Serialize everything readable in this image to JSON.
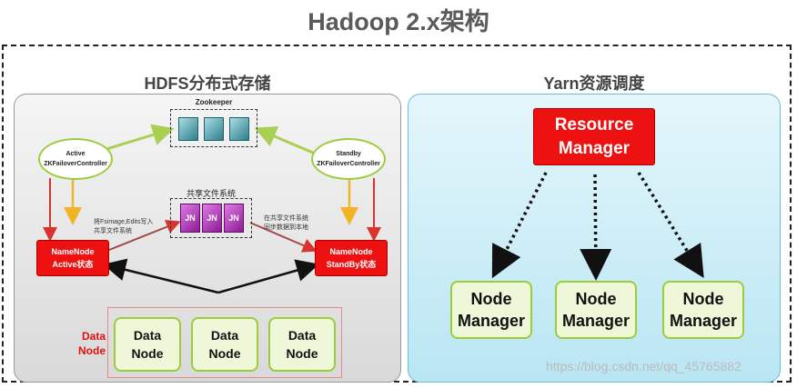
{
  "title": "Hadoop 2.x架构",
  "hdfs": {
    "title": "HDFS分布式存储",
    "zookeeper_label": "Zookeeper",
    "zkfc_active": {
      "line1": "Active",
      "line2": "ZKFailoverController"
    },
    "zkfc_standby": {
      "line1": "Standby",
      "line2": "ZKFailoverController"
    },
    "shared_fs_label": "共享文件系统",
    "jn_labels": [
      "JN",
      "JN",
      "JN"
    ],
    "note_write": {
      "line1": "将Fsimage,Edits写入",
      "line2": "共享文件系统"
    },
    "note_sync": {
      "line1": "在共享文件系统",
      "line2": "同步数据到本地"
    },
    "namenode_active": {
      "line1": "NameNode",
      "line2": "Active状态"
    },
    "namenode_standby": {
      "line1": "NameNode",
      "line2": "StandBy状态"
    },
    "datanode_label": {
      "line1": "Data",
      "line2": "Node"
    },
    "datanodes": [
      {
        "line1": "Data",
        "line2": "Node"
      },
      {
        "line1": "Data",
        "line2": "Node"
      },
      {
        "line1": "Data",
        "line2": "Node"
      }
    ]
  },
  "yarn": {
    "title": "Yarn资源调度",
    "resource_manager": {
      "line1": "Resource",
      "line2": "Manager"
    },
    "node_managers": [
      {
        "line1": "Node",
        "line2": "Manager"
      },
      {
        "line1": "Node",
        "line2": "Manager"
      },
      {
        "line1": "Node",
        "line2": "Manager"
      }
    ]
  },
  "watermark": "https://blog.csdn.net/qq_45765882",
  "colors": {
    "namenode_red": "#ee1111",
    "zkfc_green": "#9ccc3c",
    "journalnode_purple": "#a126a8",
    "zookeeper_teal": "#2f7e8c",
    "yarn_panel": "#c9edf7",
    "hdfs_panel": "#e2e2e2"
  }
}
